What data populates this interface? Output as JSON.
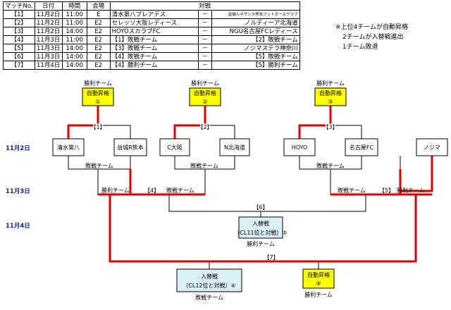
{
  "table": {
    "headers": [
      "マッチNo.",
      "日付",
      "時間",
      "会場",
      "対戦"
    ],
    "rows": [
      {
        "no": "【1】",
        "date": "11月2日",
        "time": "11:00",
        "venue": "E",
        "home": "清水第八プレアデス",
        "sep": "－",
        "away": "益城ルネサンス熊本フットボールクラブ"
      },
      {
        "no": "【2】",
        "date": "11月2日",
        "time": "11:00",
        "venue": "E2",
        "home": "セレッソ大阪レディース",
        "sep": "－",
        "away": "ノルディーア北海道"
      },
      {
        "no": "【3】",
        "date": "11月2日",
        "time": "14:00",
        "venue": "E2",
        "home": "HOYOスカラブFC",
        "sep": "－",
        "away": "NGU名古屋FCレディース"
      },
      {
        "no": "【4】",
        "date": "11月3日",
        "time": "11:00",
        "venue": "E2",
        "home": "【1】敗戦チーム",
        "sep": "－",
        "away": "【2】敗戦チーム"
      },
      {
        "no": "【5】",
        "date": "11月3日",
        "time": "14:00",
        "venue": "E2",
        "home": "【3】敗戦チーム",
        "sep": "－",
        "away": "ノジマステラ神奈川"
      },
      {
        "no": "【6】",
        "date": "11月3日",
        "time": "14:00",
        "venue": "E2",
        "home": "【4】敗戦チーム",
        "sep": "－",
        "away": "【5】敗戦チーム"
      },
      {
        "no": "【7】",
        "date": "11月4日",
        "time": "14:00",
        "venue": "E2",
        "home": "【4】勝利チーム",
        "sep": "－",
        "away": "【5】勝利チーム"
      }
    ]
  },
  "notes": [
    "※上位4チームが自動昇格",
    "2チームが入替戦進出",
    "1チーム敗退"
  ],
  "dates": [
    "11月2日",
    "11月3日",
    "11月4日"
  ],
  "winner_small": "勝利チーム",
  "auto_label": "自動昇格",
  "auto_nums": [
    "①",
    "②",
    "③",
    "④"
  ],
  "match_labels": [
    "【1】",
    "【2】",
    "【3】",
    "【4】",
    "【5】",
    "【6】",
    "【7】"
  ],
  "teams": [
    "清水第八",
    "益城R熊本",
    "C大阪",
    "N北海道",
    "HOYO",
    "名古屋FC",
    "ノジマ"
  ],
  "loser": "敗戦チーム",
  "winner": "勝利チーム",
  "playoff": {
    "title": "入替戦",
    "sub5": "（CL11位と対戦）⑤",
    "sub6": "（CL12位と対戦）⑥"
  },
  "colors": {
    "yellow": "#ffff00",
    "blue": "#dbeef4",
    "red": "#e00000"
  }
}
